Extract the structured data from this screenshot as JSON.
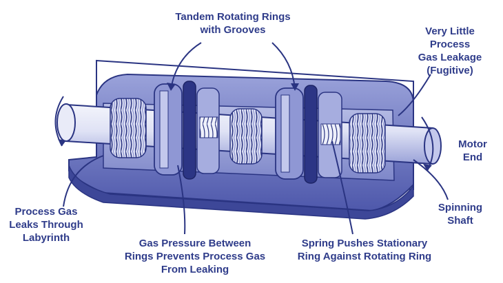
{
  "labels": {
    "tandem_rings": [
      "Tandem Rotating Rings",
      "with Grooves"
    ],
    "leakage": [
      "Very Little",
      "Process",
      "Gas Leakage",
      "(Fugitive)"
    ],
    "motor_end": [
      "Motor",
      "End"
    ],
    "spinning_shaft": [
      "Spinning",
      "Shaft"
    ],
    "labyrinth": [
      "Process Gas",
      "Leaks Through",
      "Labyrinth"
    ],
    "gas_pressure": [
      "Gas Pressure Between",
      "Rings Prevents Process Gas",
      "From Leaking"
    ],
    "spring": [
      "Spring Pushes Stationary",
      "Ring Against Rotating Ring"
    ]
  },
  "colors": {
    "outline": "#2a3482",
    "housing_dark": "#5a63b4",
    "housing_mid": "#7f88cc",
    "housing_light": "#c9cdee",
    "shaft_light": "#e4e7f7",
    "shaft_mid": "#aab1e0",
    "label_text": "#2f3c8a"
  }
}
